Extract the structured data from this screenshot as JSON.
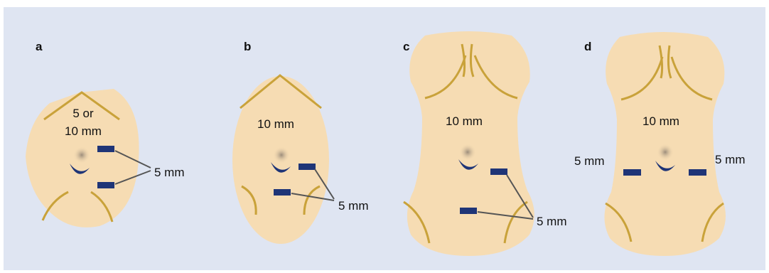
{
  "panels": [
    {
      "letter": "a",
      "top_port": "5 or\n10 mm",
      "side_port": "5 mm"
    },
    {
      "letter": "b",
      "top_port": "10 mm",
      "side_port": "5 mm"
    },
    {
      "letter": "c",
      "top_port": "10 mm",
      "side_port": "5 mm"
    },
    {
      "letter": "d",
      "top_port": "10 mm",
      "left_port": "5 mm",
      "right_port": "5 mm"
    }
  ],
  "colors": {
    "background": "#dfe5f2",
    "body": "#f6dcb3",
    "contour": "#c9a23a",
    "port": "#1f3577",
    "navel": "#1f3577",
    "leader": "#555555"
  }
}
